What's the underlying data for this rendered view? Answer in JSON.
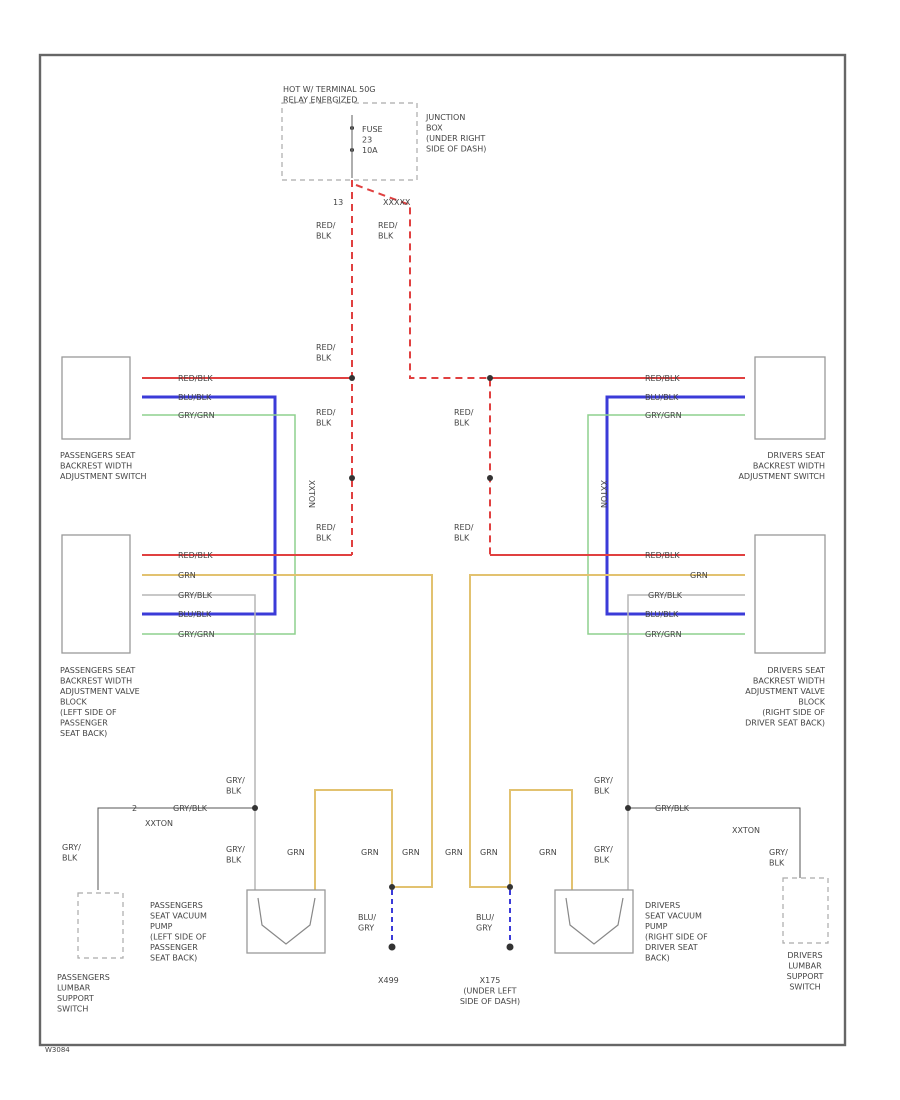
{
  "wire_colors": {
    "red": "#e04040",
    "blue": "#3b3bd8",
    "green": "#8ed08e",
    "yellow": "#e2c270",
    "grey": "#b5b5b5",
    "dark": "#555555"
  },
  "top": {
    "power_label": [
      "HOT W/ TERMINAL 50G",
      "RELAY ENERGIZED"
    ],
    "fuse_label": [
      "FUSE",
      "23",
      "10A"
    ],
    "junction_label": [
      "JUNCTION",
      "BOX",
      "(UNDER RIGHT",
      "SIDE OF DASH)"
    ],
    "pin_left": "13",
    "pin_right": "XXXXX",
    "wire_left": [
      "RED/",
      "BLK"
    ],
    "wire_right": [
      "RED/",
      "BLK"
    ]
  },
  "mid": {
    "left_wire_upper": [
      "RED/",
      "BLK"
    ],
    "left_wire_lower": [
      "RED/",
      "BLK"
    ],
    "left_wire_bottom": [
      "RED/",
      "BLK"
    ],
    "right_wire_upper": [
      "RED/",
      "BLK"
    ],
    "right_wire_bottom": [
      "RED/",
      "BLK"
    ],
    "left_connector": "XXTON",
    "right_connector": "XXTON"
  },
  "passenger": {
    "switch_label": [
      "PASSENGERS SEAT",
      "BACKREST WIDTH",
      "ADJUSTMENT SWITCH"
    ],
    "switch_wires": [
      "RED/BLK",
      "BLU/BLK",
      "GRY/GRN"
    ],
    "valve_label": [
      "PASSENGERS SEAT",
      "BACKREST WIDTH",
      "ADJUSTMENT VALVE",
      "BLOCK",
      "(LEFT SIDE OF",
      "PASSENGER",
      "SEAT BACK)"
    ],
    "valve_wires": [
      "RED/BLK",
      "GRN",
      "GRY/BLK",
      "BLU/BLK",
      "GRY/GRN"
    ],
    "grey_wire_label": [
      "GRY/",
      "BLK"
    ],
    "conn_label": "XXTON",
    "conn_wire": "GRY/BLK",
    "pin": "2",
    "lumbar_wire_label": [
      "GRY/",
      "BLK"
    ],
    "lumbar_label": [
      "PASSENGERS",
      "LUMBAR",
      "SUPPORT",
      "SWITCH"
    ],
    "pump_wire_label": [
      "GRY/",
      "BLK"
    ],
    "grn_label": "GRN",
    "pump_label": [
      "PASSENGERS",
      "SEAT VACUUM",
      "PUMP",
      "(LEFT SIDE OF",
      "PASSENGER",
      "SEAT BACK)"
    ],
    "ground_wire": [
      "BLU/",
      "GRY"
    ],
    "ground_label": [
      "X499"
    ]
  },
  "driver": {
    "switch_label": [
      "DRIVERS SEAT",
      "BACKREST WIDTH",
      "ADJUSTMENT SWITCH"
    ],
    "switch_wires": [
      "RED/BLK",
      "BLU/BLK",
      "GRY/GRN"
    ],
    "valve_label": [
      "DRIVERS SEAT",
      "BACKREST WIDTH",
      "ADJUSTMENT VALVE",
      "BLOCK",
      "(RIGHT SIDE OF",
      "DRIVER SEAT BACK)"
    ],
    "valve_wires": [
      "RED/BLK",
      "GRN",
      "GRY/BLK",
      "BLU/BLK",
      "GRY/GRN"
    ],
    "grey_wire_label": [
      "GRY/",
      "BLK"
    ],
    "conn_label": "XXTON",
    "conn_wire": "GRY/BLK",
    "lumbar_wire_label": [
      "GRY/",
      "BLK"
    ],
    "lumbar_label": [
      "DRIVERS",
      "LUMBAR",
      "SUPPORT",
      "SWITCH"
    ],
    "pump_wire_label": [
      "GRY/",
      "BLK"
    ],
    "grn_label": "GRN",
    "pump_label": [
      "DRIVERS",
      "SEAT VACUUM",
      "PUMP",
      "(RIGHT SIDE OF",
      "DRIVER SEAT",
      "BACK)"
    ],
    "ground_wire": [
      "BLU/",
      "GRY"
    ],
    "ground_label": [
      "X175",
      "(UNDER LEFT",
      "SIDE OF DASH)"
    ]
  },
  "center_grn_labels": [
    "GRN",
    "GRN",
    "GRN",
    "GRN"
  ],
  "footer_code": "W3084"
}
